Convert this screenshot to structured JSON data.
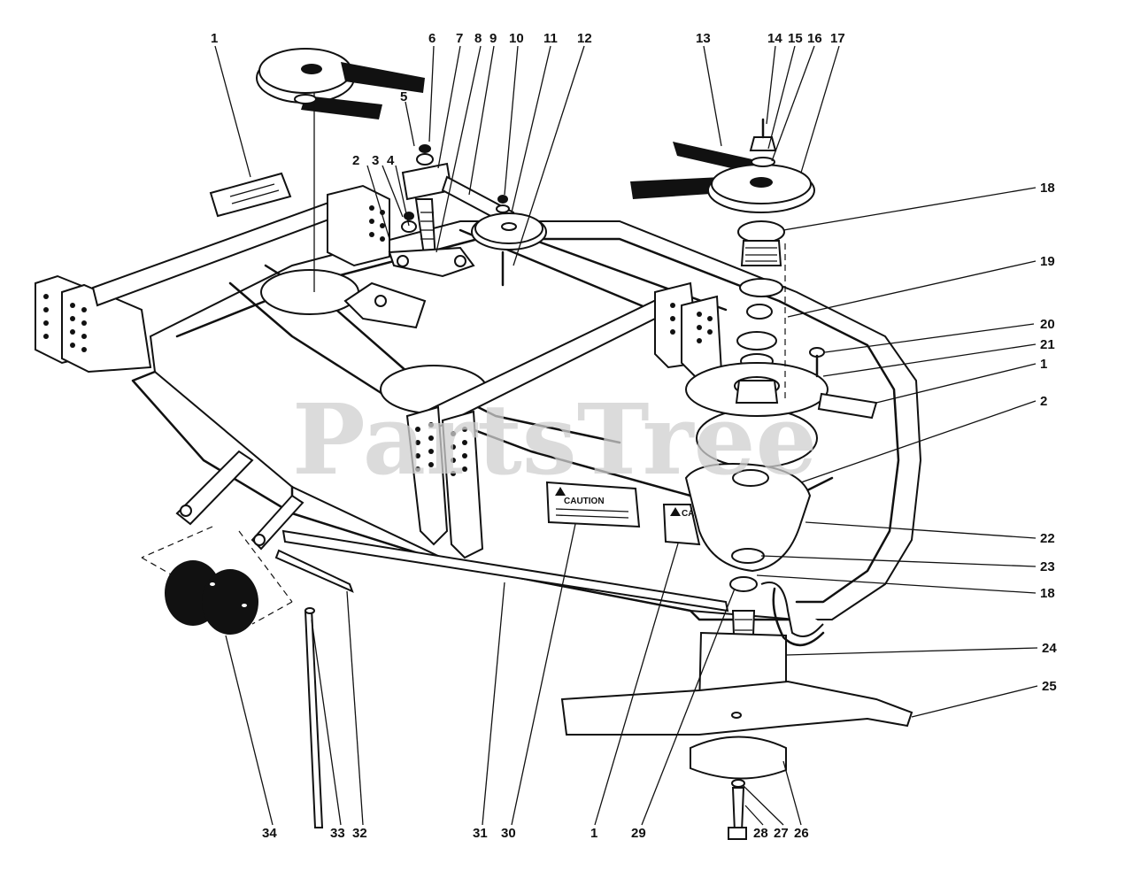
{
  "watermark": "PartsTree",
  "callouts": [
    "1",
    "6",
    "7",
    "8",
    "9",
    "10",
    "11",
    "12",
    "5",
    "2",
    "3",
    "4",
    "13",
    "14",
    "15",
    "16",
    "17",
    "18",
    "19",
    "20",
    "21",
    "1",
    "2",
    "22",
    "23",
    "18",
    "24",
    "25",
    "34",
    "33",
    "32",
    "31",
    "30",
    "1",
    "29",
    "28",
    "27",
    "26"
  ],
  "decals": {
    "caution_front": "CAUTION",
    "caution_partial": "CA"
  }
}
